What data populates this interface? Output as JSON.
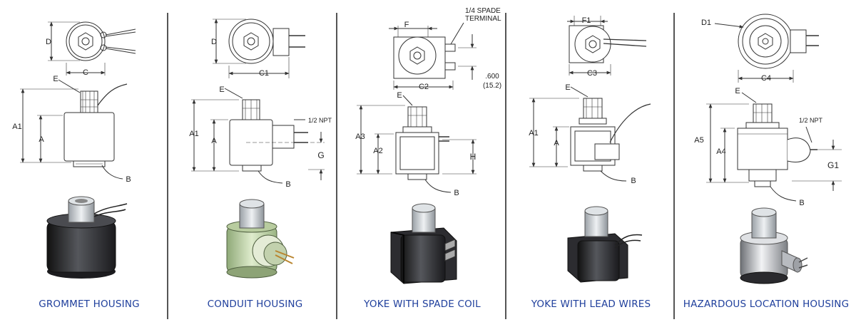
{
  "colors": {
    "caption": "#1f3f9c",
    "line": "#333333",
    "dark_body": "#2a2a2e",
    "green_body": "#c9dcb0",
    "silver_body": "#c8cbd0"
  },
  "panels": [
    {
      "id": "grommet",
      "caption": "GROMMET HOUSING",
      "dims": {
        "top_d": "D",
        "top_c": "C",
        "e": "E",
        "a_outer": "A1",
        "a_inner": "A",
        "b": "B"
      }
    },
    {
      "id": "conduit",
      "caption": "CONDUIT HOUSING",
      "dims": {
        "top_d": "D",
        "top_c": "C1",
        "e": "E",
        "a_outer": "A1",
        "a_inner": "A",
        "b": "B",
        "npt": "1/2 NPT",
        "g": "G"
      }
    },
    {
      "id": "yoke-spade",
      "caption": "YOKE WITH SPADE COIL",
      "dims": {
        "f": "F",
        "spade_1": "1/4 SPADE",
        "spade_2": "TERMINAL",
        "c2": "C2",
        "dim_600": ".600",
        "dim_152": "(15.2)",
        "e": "E",
        "a_outer": "A3",
        "a_inner": "A2",
        "h": "H",
        "b": "B"
      }
    },
    {
      "id": "yoke-lead",
      "caption": "YOKE WITH LEAD WIRES",
      "dims": {
        "f1": "F1",
        "c3": "C3",
        "e": "E",
        "a_outer": "A1",
        "a_inner": "A",
        "b": "B"
      }
    },
    {
      "id": "hazardous",
      "caption": "HAZARDOUS LOCATION HOUSING",
      "dims": {
        "d1": "D1",
        "c4": "C4",
        "e": "E",
        "a_outer": "A5",
        "a_inner": "A4",
        "npt": "1/2 NPT",
        "g1": "G1",
        "b": "B"
      }
    }
  ]
}
